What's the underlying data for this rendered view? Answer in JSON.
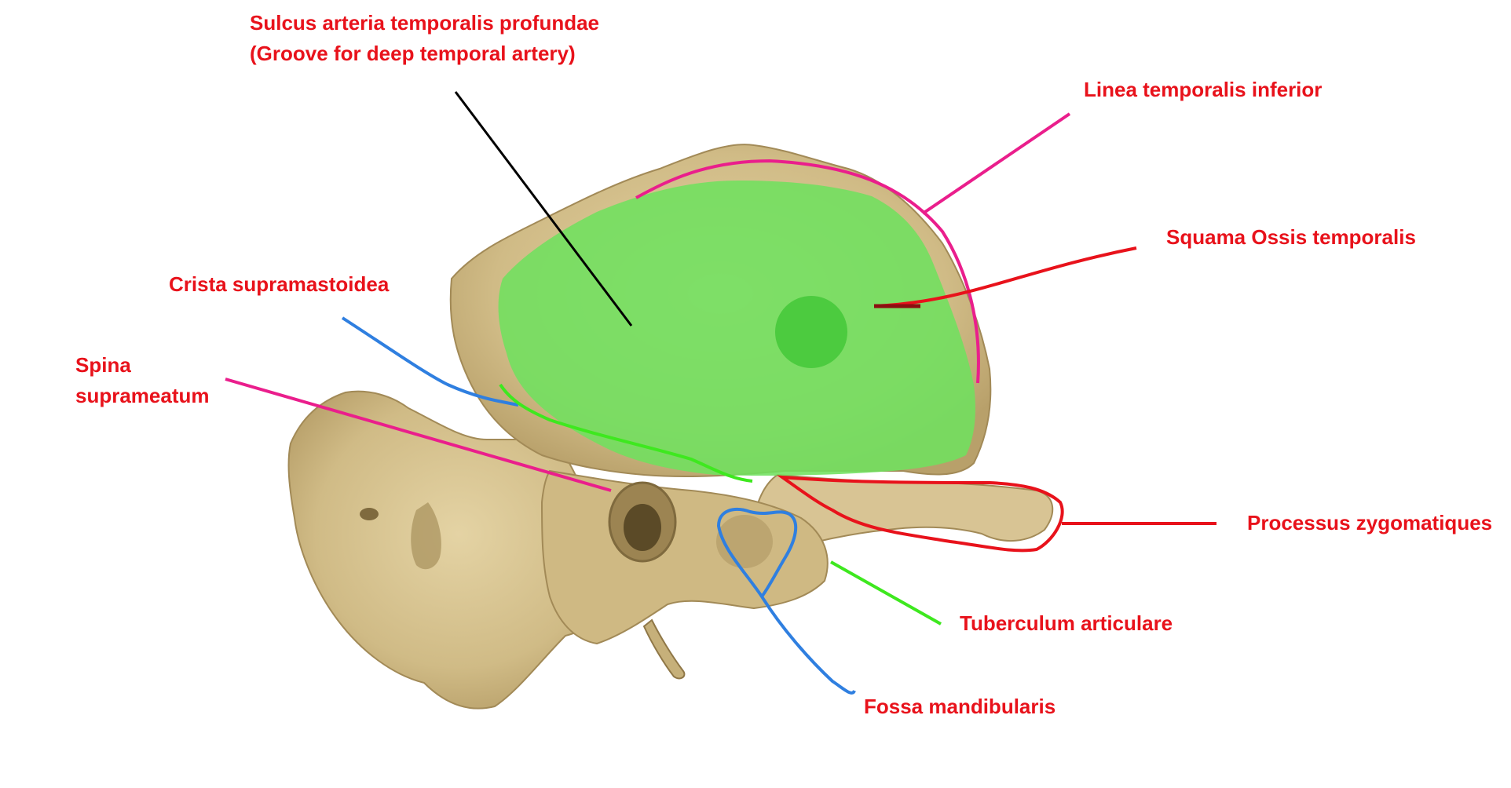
{
  "labels": {
    "sulcus_line1": "Sulcus arteria temporalis profundae",
    "sulcus_line2": "(Groove for deep temporal artery)",
    "linea": "Linea temporalis inferior",
    "squama": "Squama Ossis temporalis",
    "crista": "Crista supramastoidea",
    "spina_line1": "Spina",
    "spina_line2": "suprameatum",
    "processus": "Processus zygomatiques",
    "tuberculum": "Tuberculum articulare",
    "fossa": "Fossa mandibularis"
  },
  "colors": {
    "label_text": "#e8121b",
    "bone_fill": "#d3bf8c",
    "bone_shadow": "#b09a62",
    "bone_highlight": "#e9dcb4",
    "squama_highlight": "#6fe05f",
    "squama_center": "#4ccb3f",
    "line_black": "#000000",
    "line_magenta": "#ea1e8c",
    "line_red": "#e8121b",
    "line_dark_red": "#8b0f10",
    "line_blue": "#2f7fe0",
    "line_green": "#3ee81f"
  }
}
